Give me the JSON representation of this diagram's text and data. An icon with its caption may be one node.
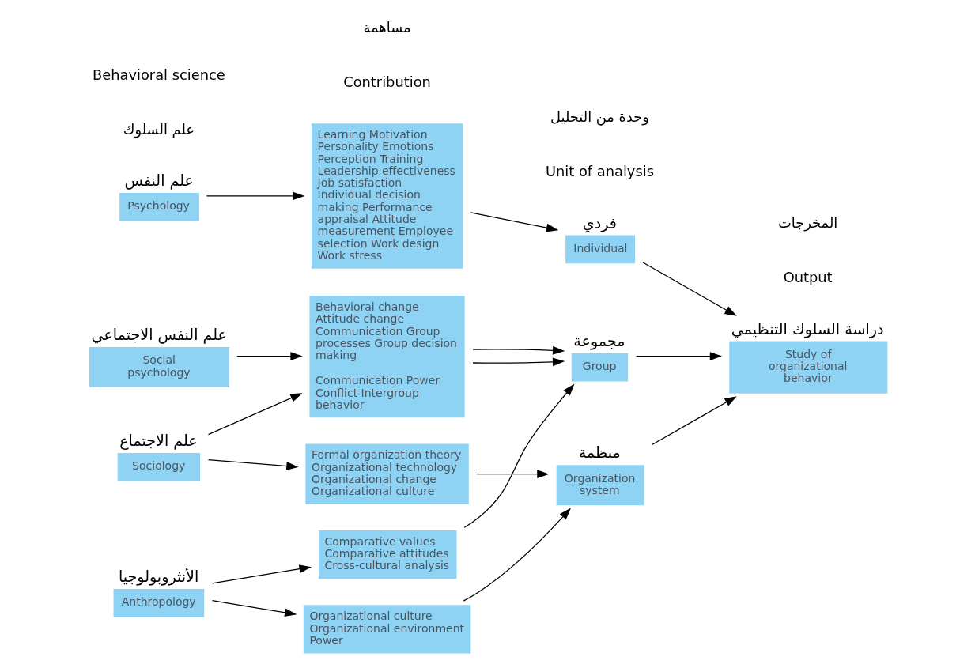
{
  "diagram": {
    "nodes": [
      {
        "text": [
          "Psychology"
        ],
        "beside": [
          "علم النفس"
        ]
      },
      {
        "text": [
          "Social psychology"
        ],
        "beside": [
          "علم النفس الاجتماعي"
        ]
      },
      {
        "text": [
          "Sociology"
        ],
        "beside": [
          "علم الاجتماع"
        ]
      },
      {
        "text": [
          "Anthropology"
        ],
        "beside": [
          "الأنثروبولوجيا"
        ]
      },
      {
        "text": [
          "Learning Motivation Personality Emotions Perception Training Leadership effectiveness Job satisfaction Individual decision making Performance appraisal Attitude measurement Employee selection Work design Work stress"
        ]
      },
      {
        "text": [
          "Behavioral change Attitude change Communication Group processes Group decision making",
          "Communication Power Conflict Intergroup behavior"
        ]
      },
      {
        "text": [
          "Formal organization theory Organizational technology Organizational change Organizational culture"
        ]
      },
      {
        "text": [
          "Comparative values Comparative attitudes Cross-cultural analysis"
        ]
      },
      {
        "text": [
          "Organizational culture Organizational environment Power"
        ]
      },
      {
        "text": [
          "Individual"
        ],
        "beside": [
          "فردي"
        ]
      },
      {
        "text": [
          "Group"
        ],
        "beside": [
          "مجموعة"
        ]
      },
      {
        "text": [
          "Organization system"
        ],
        "beside": [
          "منظمة"
        ]
      },
      {
        "text": [
          "Study of organizational behavior"
        ],
        "beside": [
          "دراسة السلوك التنظيمي"
        ]
      }
    ],
    "edges": [
      {
        "from": 0,
        "to": 4,
        "arrow": "to"
      },
      {
        "from": 1,
        "to": 5,
        "arrow": "to"
      },
      {
        "from": 2,
        "to": 5,
        "arrow": "to"
      },
      {
        "from": 2,
        "to": 6,
        "arrow": "to"
      },
      {
        "from": 3,
        "to": 7,
        "arrow": "to"
      },
      {
        "from": 3,
        "to": 8,
        "arrow": "to"
      },
      {
        "from": 4,
        "to": 9,
        "arrow": "to"
      },
      {
        "from": 5,
        "to": 10,
        "arrow": "to"
      },
      {
        "from": 5,
        "to": 10,
        "arrow": "to"
      },
      {
        "from": 7,
        "to": 10,
        "arrow": "to"
      },
      {
        "from": 6,
        "to": 11,
        "arrow": "to"
      },
      {
        "from": 8,
        "to": 11,
        "arrow": "to"
      },
      {
        "from": 9,
        "to": 12,
        "arrow": "to"
      },
      {
        "from": 10,
        "to": 12,
        "arrow": "to"
      },
      {
        "from": 11,
        "to": 12,
        "arrow": "to"
      }
    ],
    "labels": [
      "علم السلوك",
      "Behavioral science",
      "Contribution",
      "مساهمة",
      "Unit of analysis",
      "وحدة من التحليل",
      "Output",
      "المخرجات"
    ]
  }
}
